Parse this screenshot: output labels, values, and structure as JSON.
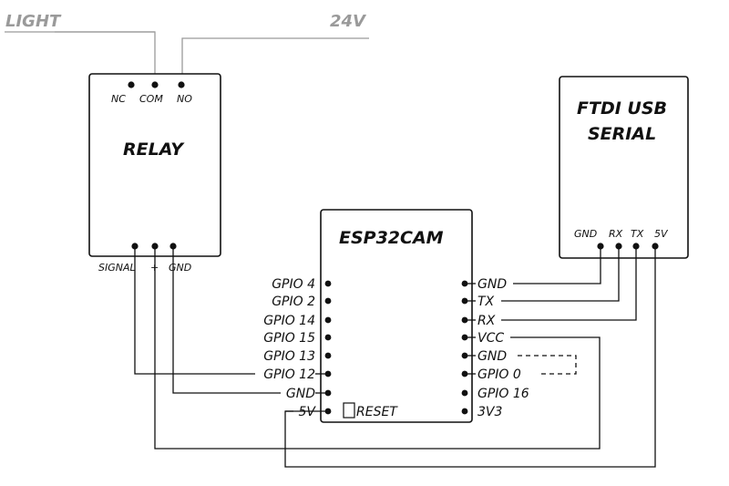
{
  "power": {
    "light_label": "LIGHT",
    "voltage_label": "24V"
  },
  "relay": {
    "title": "RELAY",
    "top_pins": [
      "NC",
      "COM",
      "NO"
    ],
    "bottom_pins": [
      "SIGNAL",
      "+",
      "GND"
    ]
  },
  "ftdi": {
    "title_line1": "FTDI USB",
    "title_line2": "SERIAL",
    "pins": [
      "GND",
      "RX",
      "TX",
      "5V"
    ]
  },
  "esp32cam": {
    "title": "ESP32CAM",
    "left_pins": [
      "GPIO 4",
      "GPIO 2",
      "GPIO 14",
      "GPIO 15",
      "GPIO 13",
      "GPIO 12",
      "GND",
      "5V"
    ],
    "right_pins": [
      "GND",
      "TX",
      "RX",
      "VCC",
      "GND",
      "GPIO 0",
      "GPIO 16",
      "3V3"
    ],
    "reset_label": "RESET"
  }
}
